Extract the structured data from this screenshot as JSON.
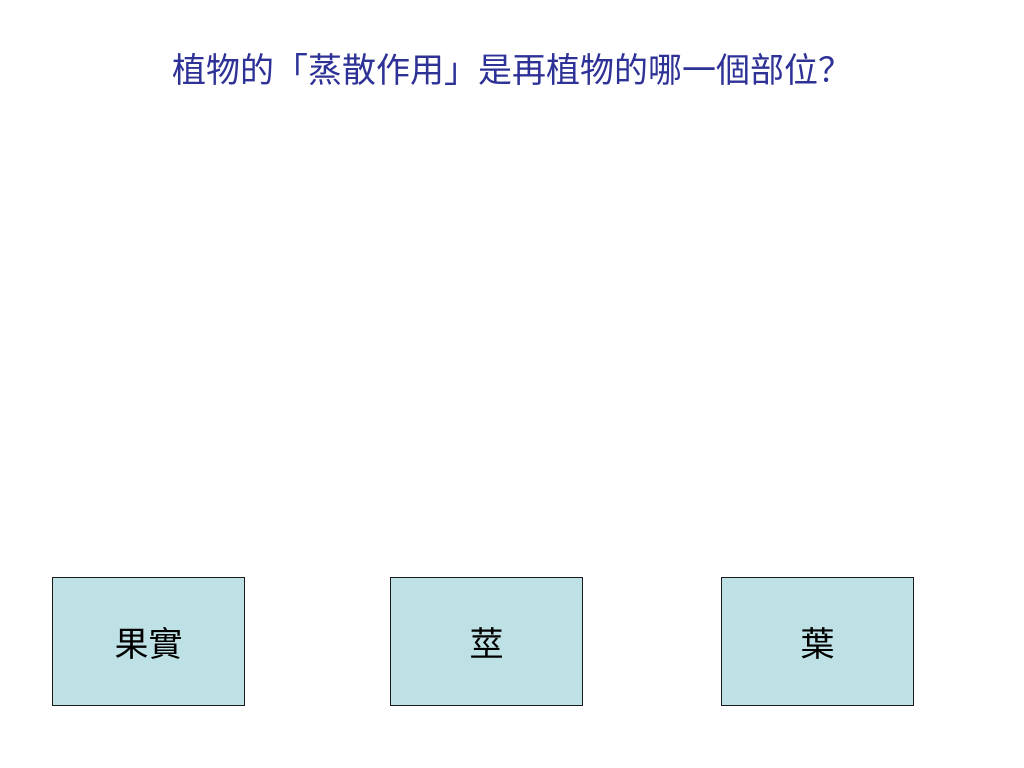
{
  "question": {
    "text": "植物的「蒸散作用」是再植物的哪一個部位？",
    "color": "#2e3196"
  },
  "answers": [
    {
      "label": "果實"
    },
    {
      "label": "莖"
    },
    {
      "label": "葉"
    }
  ],
  "theme": {
    "answer_background": "#bde1e5",
    "answer_border": "#1a1a1a",
    "page_background": "#ffffff"
  }
}
